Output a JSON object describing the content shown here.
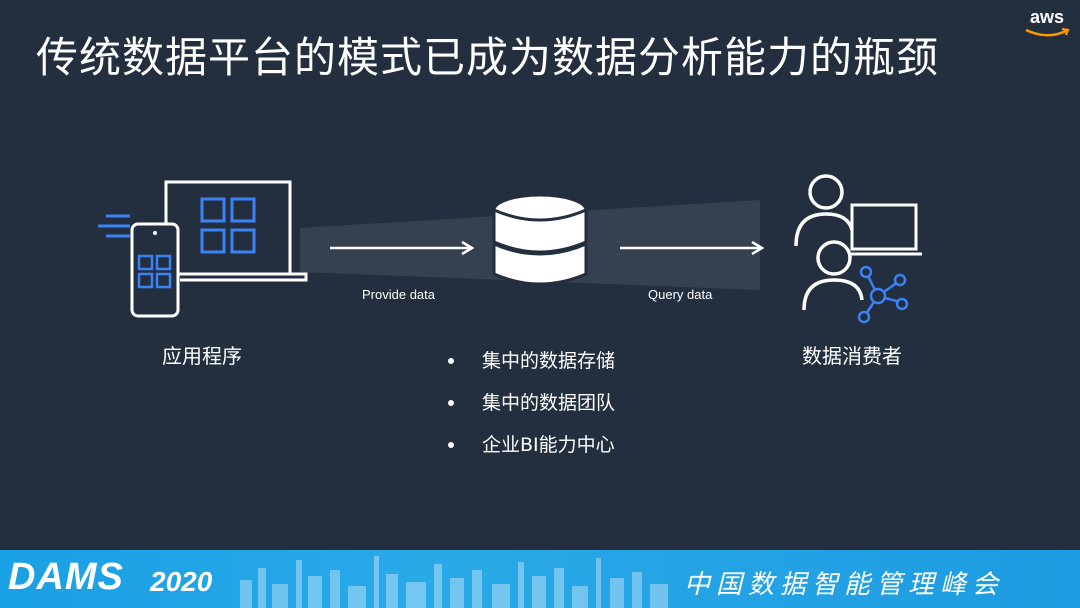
{
  "slide": {
    "title": "传统数据平台的模式已成为数据分析能力的瓶颈",
    "logo_text": "aws"
  },
  "diagram": {
    "left_node_label": "应用程序",
    "right_node_label": "数据消费者",
    "arrow1_label": "Provide data",
    "arrow2_label": "Query data",
    "bullets": [
      "集中的数据存储",
      "集中的数据团队",
      "企业BI能力中心"
    ]
  },
  "footer": {
    "brand": "DAMS",
    "year": "2020",
    "conference": "中国数据智能管理峰会"
  },
  "colors": {
    "background": "#232f3e",
    "accent_blue": "#3b82f6",
    "aws_orange": "#ff9900",
    "footer_blue": "#1aa0e4"
  }
}
